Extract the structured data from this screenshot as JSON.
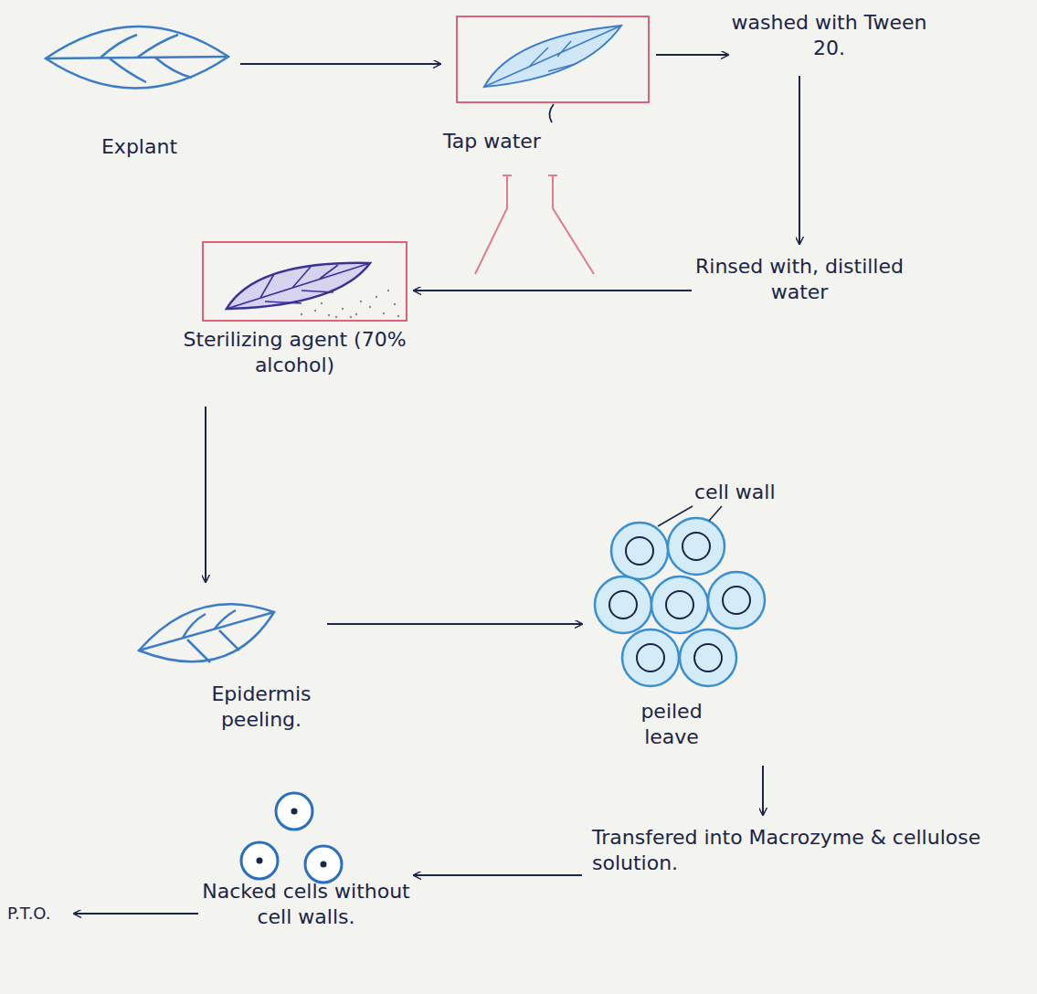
{
  "diagram": {
    "nodes": [
      {
        "text": [
          "Explant"
        ]
      },
      {
        "text": [
          "Tap water"
        ]
      },
      {
        "text": [
          "washed with Tween 20."
        ]
      },
      {
        "text": [
          "Rinsed with, distilled water"
        ]
      },
      {
        "text": [
          "Sterilizing agent (70% alcohol)"
        ]
      },
      {
        "text": [
          "Epidermis peeling."
        ]
      },
      {
        "text": [
          "peiled leave"
        ]
      },
      {
        "text": [
          "Transfered into Macrozyme & cellulose solution."
        ]
      },
      {
        "text": [
          "Nacked cells without cell walls."
        ]
      },
      {
        "text": [
          "P.T.O."
        ]
      }
    ],
    "edges": [
      {
        "from": 0,
        "to": 1,
        "arrow": "to"
      },
      {
        "from": 1,
        "to": 2,
        "arrow": "to"
      },
      {
        "from": 2,
        "to": 3,
        "arrow": "to"
      },
      {
        "from": 3,
        "to": 4,
        "arrow": "to"
      },
      {
        "from": 4,
        "to": 5,
        "arrow": "to"
      },
      {
        "from": 5,
        "to": 6,
        "arrow": "to"
      },
      {
        "from": 6,
        "to": 7,
        "arrow": "to"
      },
      {
        "from": 7,
        "to": 8,
        "arrow": "to"
      },
      {
        "from": 8,
        "to": 9,
        "arrow": "to"
      }
    ],
    "labels": [
      "cell wall"
    ]
  }
}
